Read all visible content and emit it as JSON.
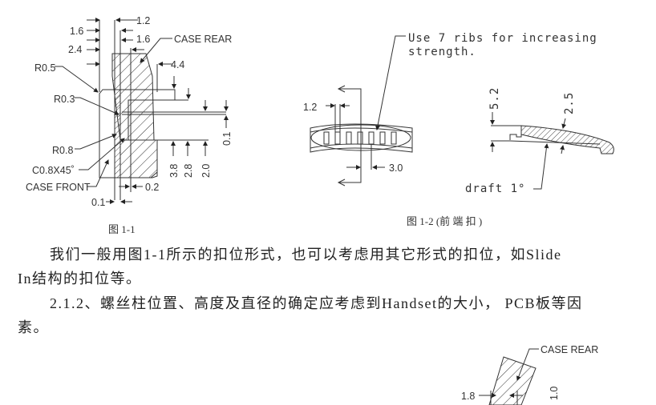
{
  "figure_1_1": {
    "caption": "图 1-1",
    "labels": {
      "case_rear": "CASE REAR",
      "case_front": "CASE FRONT",
      "r05": "R0.5",
      "r03": "R0.3",
      "r08": "R0.8",
      "chamfer": "C0.8X45˚"
    },
    "dimensions": {
      "d1_2": "1.2",
      "d1_6a": "1.6",
      "d1_6b": "1.6",
      "d2_4": "2.4",
      "d4_4": "4.4",
      "d0_1v": "0.1",
      "d3_8": "3.8",
      "d2_8": "2.8",
      "d2_0": "2.0",
      "d0_2": "0.2",
      "d0_1h": "0.1"
    }
  },
  "figure_1_2": {
    "caption": "图 1-2 (前 端 扣 )",
    "note_line1": "Use 7 ribs for increasing",
    "note_line2": "strength.",
    "draft_label": "draft 1°",
    "dimensions": {
      "d1_2": "1.2",
      "d3_0": "3.0",
      "d5_2": "5.2",
      "d2_5": "2.5"
    }
  },
  "paragraphs": {
    "p1_line1": "我们一般用图1-1所示的扣位形式，也可以考虑用其它形式的扣位，如Slide",
    "p1_line2": "In结构的扣位等。",
    "p2_line1": "2.1.2、螺丝柱位置、高度及直径的确定应考虑到Handset的大小， PCB板等因",
    "p2_line2": "素。"
  },
  "figure_bottom": {
    "case_rear": "CASE REAR",
    "d1_8": "1.8",
    "d1_0": "1.0"
  }
}
